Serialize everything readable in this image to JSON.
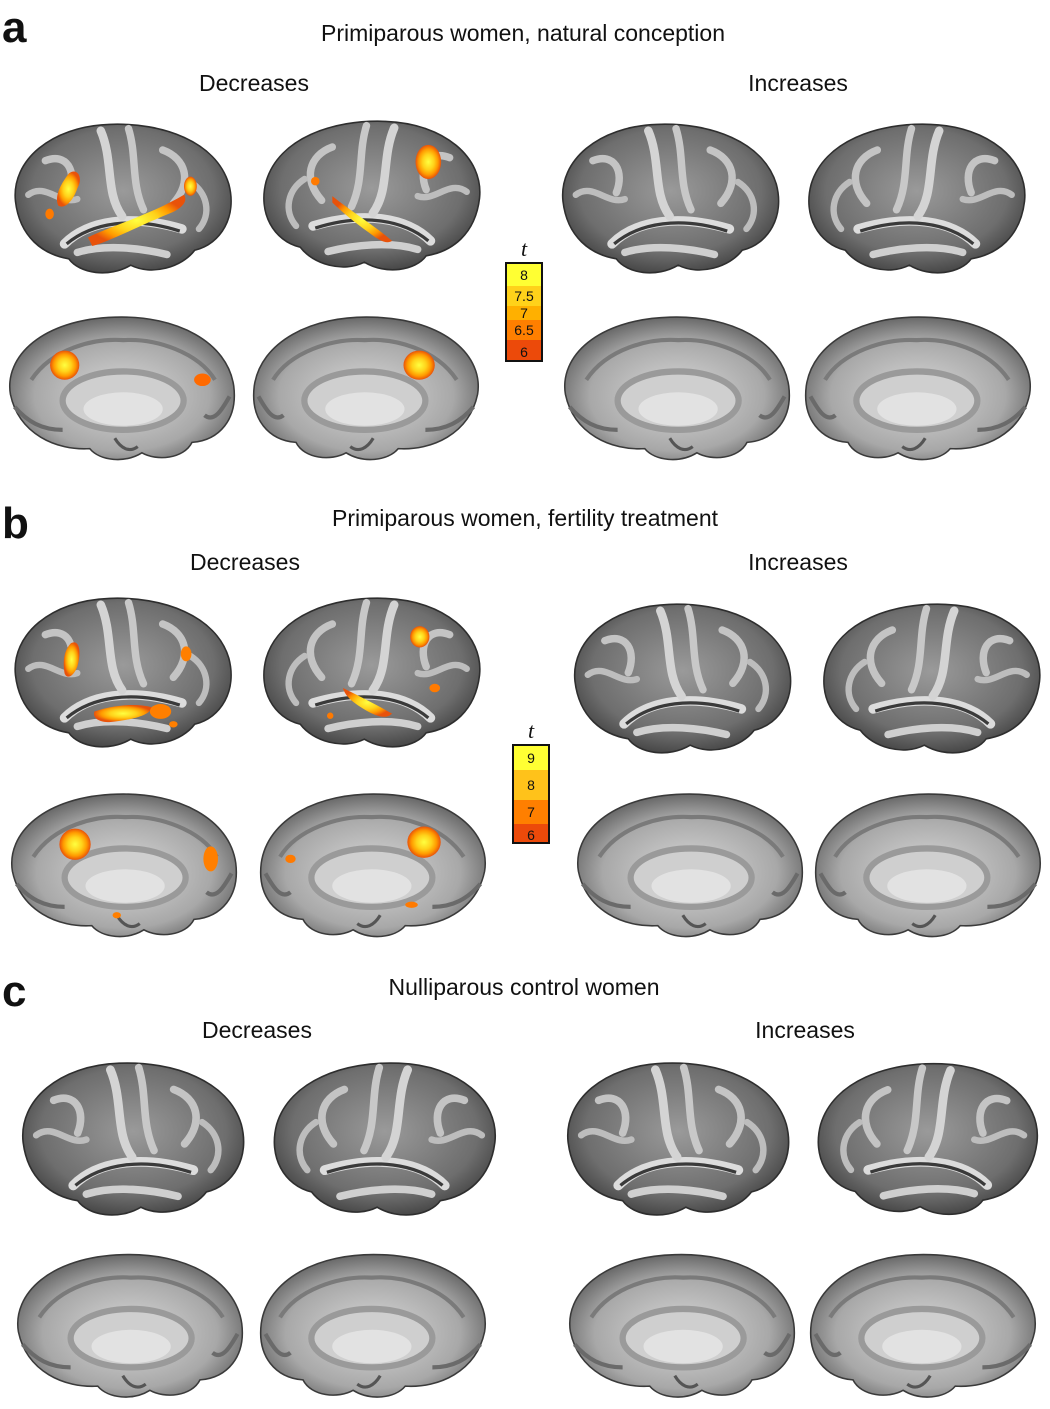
{
  "panels": [
    {
      "letter": "a",
      "title": "Primiparous women, natural conception",
      "left_label": "Decreases",
      "right_label": "Increases",
      "colorbar": {
        "symbol": "t",
        "ticks": [
          "8",
          "7.5",
          "7",
          "6.5",
          "6"
        ]
      }
    },
    {
      "letter": "b",
      "title": "Primiparous women, fertility treatment",
      "left_label": "Decreases",
      "right_label": "Increases",
      "colorbar": {
        "symbol": "t",
        "ticks": [
          "9",
          "8",
          "7",
          "6"
        ]
      }
    },
    {
      "letter": "c",
      "title": "Nulliparous control women",
      "left_label": "Decreases",
      "right_label": "Increases"
    }
  ],
  "colors": {
    "cortex_light": "#cfcfcf",
    "cortex_dark": "#4a4a4a",
    "cortex_mid": "#8a8a8a",
    "heat_high": "#ffff33",
    "heat_mid": "#ffb300",
    "heat_low": "#ff6a00",
    "heat_min": "#e8400a"
  }
}
